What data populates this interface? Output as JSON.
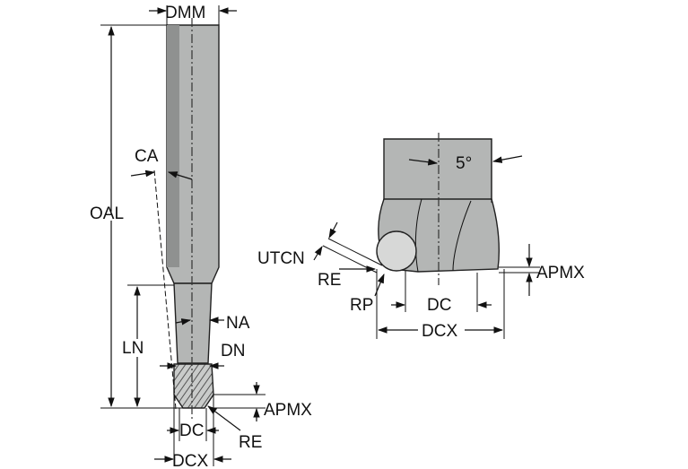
{
  "left_view": {
    "labels": {
      "dmm": "DMM",
      "ca": "CA",
      "oal": "OAL",
      "na": "NA",
      "ln": "LN",
      "dn": "DN",
      "apmx": "APMX",
      "dc": "DC",
      "re": "RE",
      "dcx": "DCX"
    }
  },
  "right_view": {
    "labels": {
      "angle": "5°",
      "utcn": "UTCN",
      "re": "RE",
      "rp": "RP",
      "apmx": "APMX",
      "dc": "DC",
      "dcx": "DCX"
    }
  },
  "colors": {
    "tool_body": "#b4b6b5",
    "tool_shade": "#8f9190",
    "lines": "#111111"
  }
}
